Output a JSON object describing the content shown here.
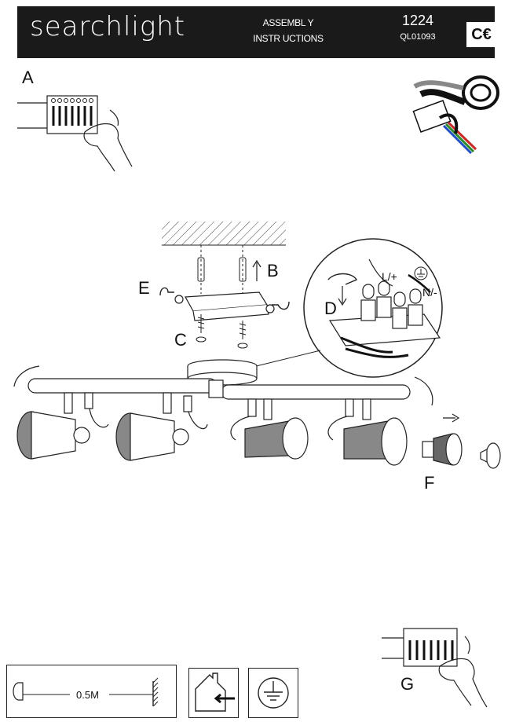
{
  "header": {
    "brand": "searchlight",
    "title_line1": "ASSEMBL Y",
    "title_line2": "INSTR UCTIONS",
    "model_number": "1224",
    "code": "QL01093",
    "mark": "C€"
  },
  "steps": {
    "a": "A",
    "b": "B",
    "c": "C",
    "d": "D",
    "e": "E",
    "f": "F",
    "g": "G"
  },
  "wiring": {
    "live": "L/+",
    "neutral": "N/-"
  },
  "safety": {
    "distance": "0.5M"
  },
  "icons": [
    "hand-icon",
    "terminal-block-icon",
    "wire-connector-icon",
    "ceiling-icon",
    "screw-icon",
    "earth-icon",
    "indoor-use-icon",
    "lamp-icon",
    "bulb-icon"
  ]
}
